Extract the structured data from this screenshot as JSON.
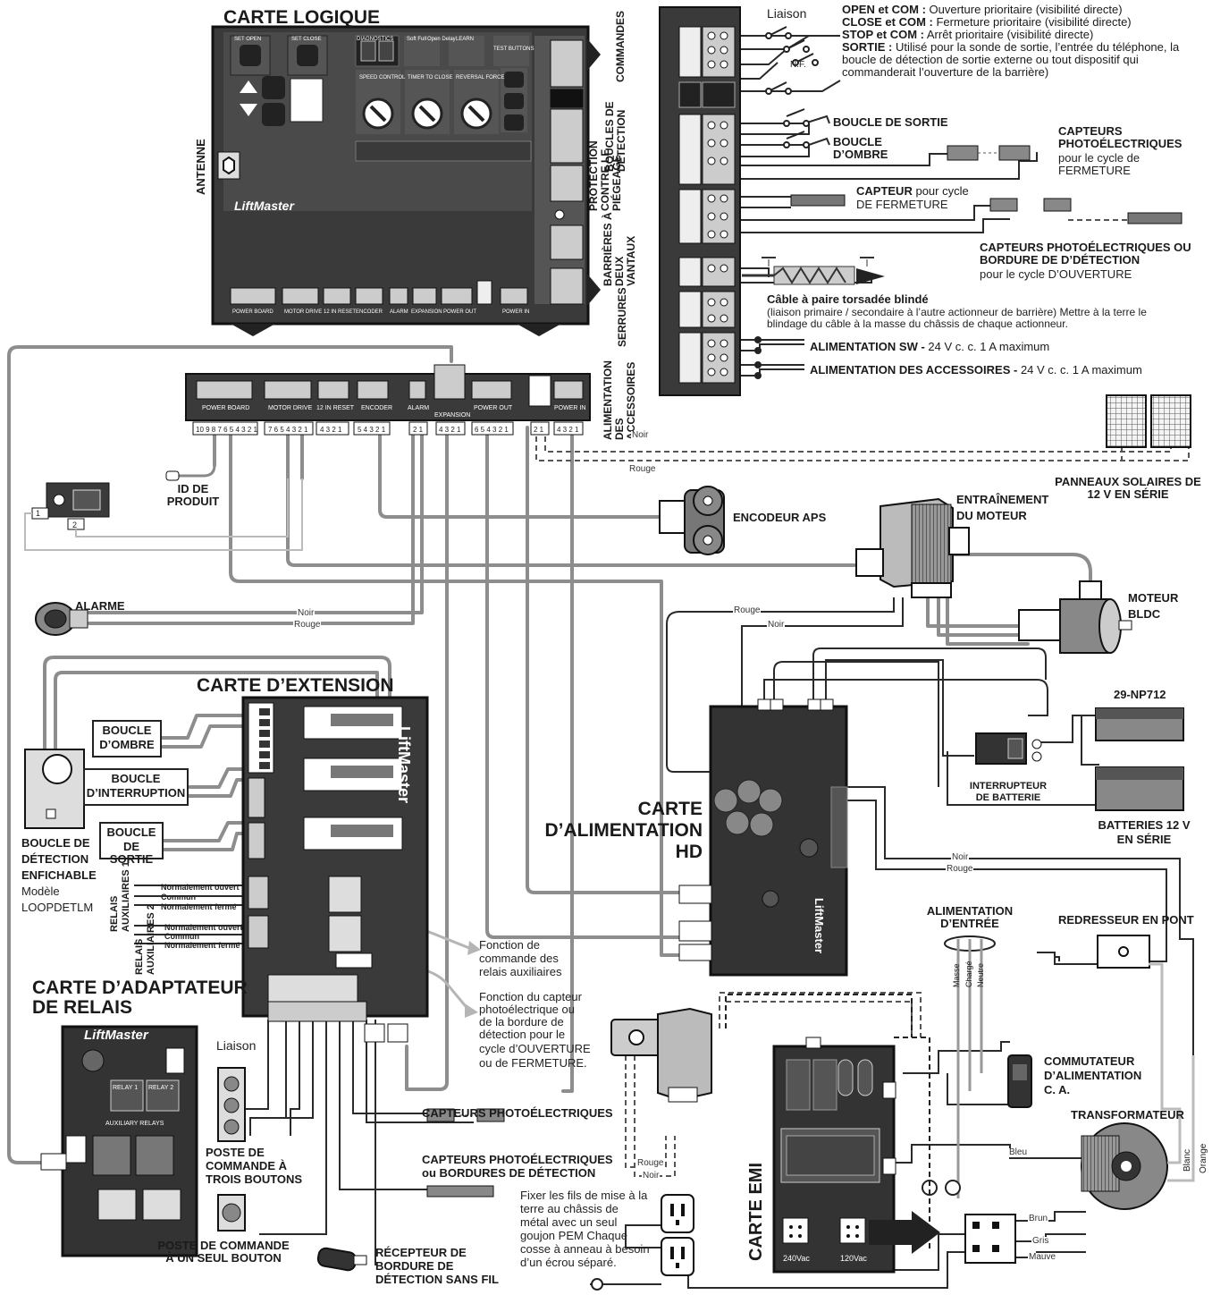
{
  "titles": {
    "logic_board": "CARTE LOGIQUE",
    "extension_board": "CARTE D’EXTENSION",
    "power_board": [
      "CARTE",
      "D’ALIMENTATION",
      "HD"
    ],
    "relay_adapter": [
      "CARTE D’ADAPTATEUR",
      "DE RELAIS"
    ],
    "emi_board": "CARTE EMI"
  },
  "logic_board": {
    "brand": "LiftMaster",
    "antenna_label": "ANTENNE",
    "top_buttons": [
      "SET OPEN",
      "SET CLOSE",
      "DIAGNOSTICS",
      "Soft Full",
      "Open Delay",
      "LEARN",
      "TEST BUTTONS"
    ],
    "knob_labels": [
      "SPEED CONTROL",
      "TIMER TO CLOSE",
      "REVERSAL FORCE"
    ],
    "bottom_connectors": [
      "POWER BOARD",
      "MOTOR DRIVE",
      "12 IN RESET",
      "ENCODER",
      "ALARM",
      "EXPANSION",
      "POWER OUT",
      "POWER IN"
    ],
    "side_groups": [
      "COMMANDES",
      "BOUCLES DE DÉTECTION",
      "PROTECTION CONTRE LE PIÉGEAGE",
      "BARRIÈRES À DEUX VANTAUX",
      "SERRURES",
      "ALIMENTATION DES ACCESSOIRES"
    ]
  },
  "strip": {
    "connectors": [
      "POWER BOARD",
      "MOTOR DRIVE",
      "12 IN RESET",
      "ENCODER",
      "ALARM",
      "EXPANSION",
      "POWER OUT",
      "POWER IN"
    ],
    "pins": [
      "10 9 8 7 6 5 4 3 2 1",
      "7 6 5 4 3 2 1",
      "4 3 2 1",
      "5 4 3 2 1",
      "2 1",
      "4 3 2 1",
      "6 5 4 3 2 1",
      "2 1",
      "4 3 2 1"
    ]
  },
  "terminal_notes": {
    "liaison": "Liaison",
    "nf": "N.F.",
    "open_com_key": "OPEN et COM :",
    "open_com": "Ouverture prioritaire (visibilité directe)",
    "close_com_key": "CLOSE et COM :",
    "close_com": "Fermeture prioritaire (visibilité directe)",
    "stop_com_key": "STOP et COM :",
    "stop_com": "Arrêt prioritaire (visibilité directe)",
    "sortie_key": "SORTIE :",
    "sortie": "Utilisé pour la sonde de sortie, l’entrée du téléphone, la boucle de détection de sortie externe ou tout dispositif qui commanderait l’ouverture de la barrière)",
    "exit_loop": "BOUCLE DE SORTIE",
    "shadow_loop": "BOUCLE D’OMBRE",
    "photo_close": [
      "CAPTEURS",
      "PHOTOÉLECTRIQUES"
    ],
    "photo_close_sub": [
      "pour le cycle de",
      "FERMETURE"
    ],
    "edge_close_key": "CAPTEUR",
    "edge_close": "pour cycle",
    "edge_close_sub": "DE FERMETURE",
    "photo_open": [
      "CAPTEURS PHOTOÉLECTRIQUES OU",
      "BORDURE DE D’DÉTECTION"
    ],
    "photo_open_sub": "pour le cycle D’OUVERTURE",
    "twisted_key": "Câble à paire torsadée blindé",
    "twisted": "(liaison primaire / secondaire à l’autre actionneur de barrière) Mettre à la terre le blindage du câble à la masse du châssis de chaque actionneur.",
    "power_sw_key": "ALIMENTATION SW -",
    "power_sw": "24 V c. c. 1 A maximum",
    "power_acc_key": "ALIMENTATION DES ACCESSOIRES -",
    "power_acc": "24 V c. c. 1 A maximum"
  },
  "components": {
    "product_id": [
      "ID DE",
      "PRODUIT"
    ],
    "encoder": "ENCODEUR APS",
    "motor_drive": [
      "ENTRAÎNEMENT",
      "DU MOTEUR"
    ],
    "motor": [
      "MOTEUR",
      "BLDC"
    ],
    "alarm": "ALARME",
    "solar": [
      "PANNEAUX SOLAIRES DE",
      "12 V EN SÉRIE"
    ],
    "battery_model": "29-NP712",
    "battery_switch": [
      "INTERRUPTEUR",
      "DE BATTERIE"
    ],
    "batteries": [
      "BATTERIES 12 V",
      "EN SÉRIE"
    ],
    "input_power": [
      "ALIMENTATION",
      "D’ENTRÉE"
    ],
    "input_wires": [
      "Masse",
      "Chargé",
      "Neutre"
    ],
    "bridge": "REDRESSEUR EN PONT",
    "ac_switch": [
      "COMMUTATEUR",
      "D’ALIMENTATION",
      "C. A."
    ],
    "transformer": "TRANSFORMATEUR",
    "plug_loop": [
      "BOUCLE DE",
      "DÉTECTION",
      "ENFICHABLE"
    ],
    "plug_loop_model": [
      "Modèle",
      "LOOPDETLM"
    ],
    "loop_shadow": [
      "BOUCLE",
      "D’OMBRE"
    ],
    "loop_interrupt": [
      "BOUCLE",
      "D’INTERRUPTION"
    ],
    "loop_exit": [
      "BOUCLE",
      "DE SORTIE"
    ],
    "aux_relay_1": [
      "RELAIS",
      "AUXILIAIRES 1"
    ],
    "aux_relay_2": [
      "RELAIS",
      "AUXILIAIRES 2"
    ],
    "relay_contacts": [
      "Normalement ouvert",
      "Commun",
      "Normalement fermé"
    ],
    "aux_function": [
      "Fonction de",
      "commande des",
      "relais auxiliaires"
    ],
    "photo_function": [
      "Fonction du capteur",
      "photoélectrique ou",
      "de la bordure de",
      "détection pour le",
      "cycle d’OUVERTURE",
      "ou de FERMETURE."
    ],
    "liaison": "Liaison",
    "three_button": [
      "POSTE DE",
      "COMMANDE À",
      "TROIS BOUTONS"
    ],
    "one_button": [
      "POSTE DE COMMANDE",
      "À UN SEUL BOUTON"
    ],
    "photo_sensors": "CAPTEURS PHOTOÉLECTRIQUES",
    "photo_or_edge": [
      "CAPTEURS PHOTOÉLECTRIQUES",
      "ou BORDURES DE DÉTECTION"
    ],
    "wireless_receiver": [
      "RÉCEPTEUR DE",
      "BORDURE DE",
      "DÉTECTION SANS FIL"
    ],
    "ground_note": [
      "Fixer les fils de mise à la",
      "terre au châssis de",
      "métal avec un seul",
      "goujon PEM Chaque",
      "cosse à anneau à besoin",
      "d’un écrou séparé."
    ],
    "relay_card_labels": [
      "RELAY 1",
      "RELAY 2",
      "AUXILIARY RELAYS"
    ],
    "emi_voltages": [
      "240Vac",
      "120Vac"
    ]
  },
  "wire_colors": {
    "noir": "Noir",
    "rouge": "Rouge",
    "bleu": "Bleu",
    "brun": "Brun",
    "gris": "Gris",
    "mauve": "Mauve",
    "blanc": "Blanc",
    "orange": "Orange"
  },
  "colors": {
    "board": "#2b2b2b",
    "wire": "#8a8a8a",
    "wire_light": "#bdbdbd",
    "line": "#222222"
  }
}
